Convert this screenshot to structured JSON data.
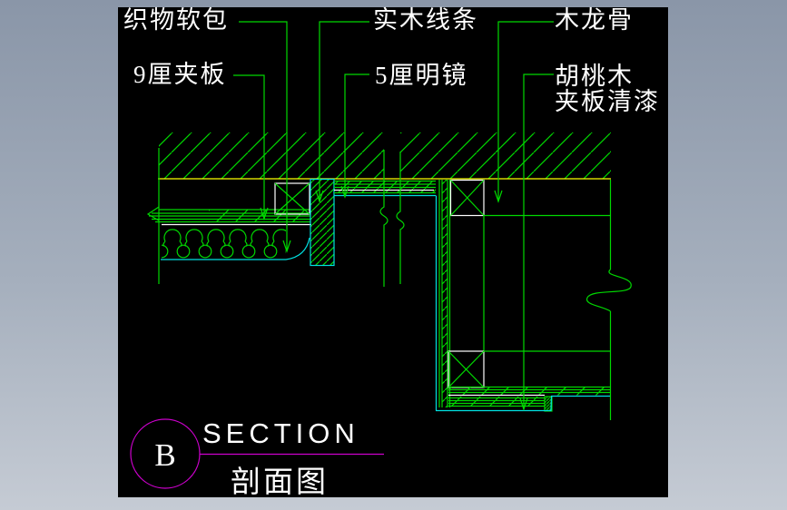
{
  "frame": {
    "background_top": "#8a96a8",
    "background_bottom": "#c5cbd4",
    "canvas_background": "#000000"
  },
  "palette": {
    "green": "#00d800",
    "cyan": "#00e0e0",
    "yellow": "#ffff00",
    "white": "#ffffff",
    "magenta": "#cc00cc"
  },
  "annotations": {
    "fabric_upholstery": "织物软包",
    "plywood_9mm": "9厘夹板",
    "solid_wood_molding": "实木线条",
    "mirror_5mm": "5厘明镜",
    "wood_keel": "木龙骨",
    "walnut_line1": "胡桃木",
    "walnut_line2": "夹板清漆"
  },
  "title_block": {
    "detail_letter": "B",
    "title_en": "SECTION",
    "title_zh": "剖面图"
  }
}
